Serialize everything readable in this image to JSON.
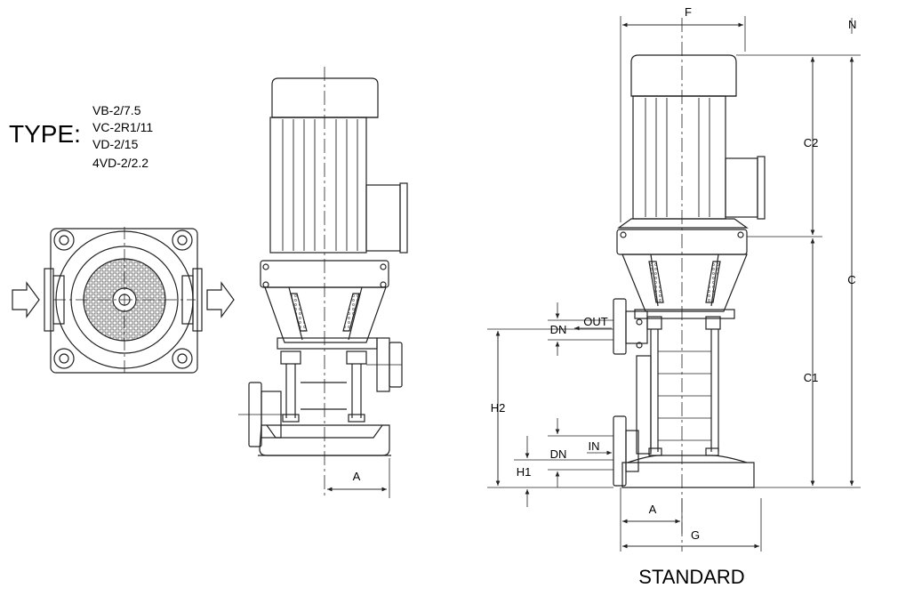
{
  "type_block": {
    "heading": "TYPE:",
    "models": [
      "VB-2/7.5",
      "VC-2R1/11",
      "VD-2/15",
      "4VD-2/2.2"
    ]
  },
  "dimensions": {
    "A_left": "A",
    "F": "F",
    "C2": "C2",
    "C": "C",
    "C1": "C1",
    "H2": "H2",
    "H1": "H1",
    "DN_out": "DN",
    "DN_in": "DN",
    "OUT": "OUT",
    "IN": "IN",
    "A_right": "A",
    "G": "G",
    "N": "N"
  },
  "caption": "STANDARD",
  "colors": {
    "line": "#222222",
    "hatch": "#888888"
  }
}
